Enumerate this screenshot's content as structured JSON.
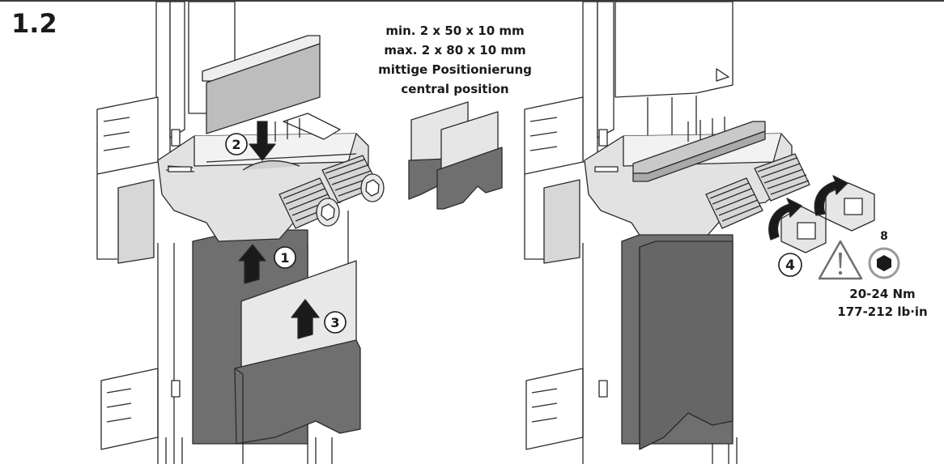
{
  "step_number": "1.2",
  "busbar_spec": {
    "min": "min. 2 x 50 x 10 mm",
    "max": "max. 2 x 80 x 10 mm",
    "position_de": "mittige Positionierung",
    "position_en": "central position"
  },
  "callouts": [
    "1",
    "2",
    "3",
    "4"
  ],
  "hex_key_size": "8",
  "torque": {
    "metric": "20-24 Nm",
    "imperial": "177-212 lb·in"
  },
  "icons": {
    "warning": "warning-triangle-icon",
    "hex_key": "hex-key-icon"
  },
  "colors": {
    "busbar_dark": "#6f6f6f",
    "busbar_light": "#e6e6e6",
    "clamp": "#d9d9d9",
    "outline": "#2a2a2a"
  }
}
